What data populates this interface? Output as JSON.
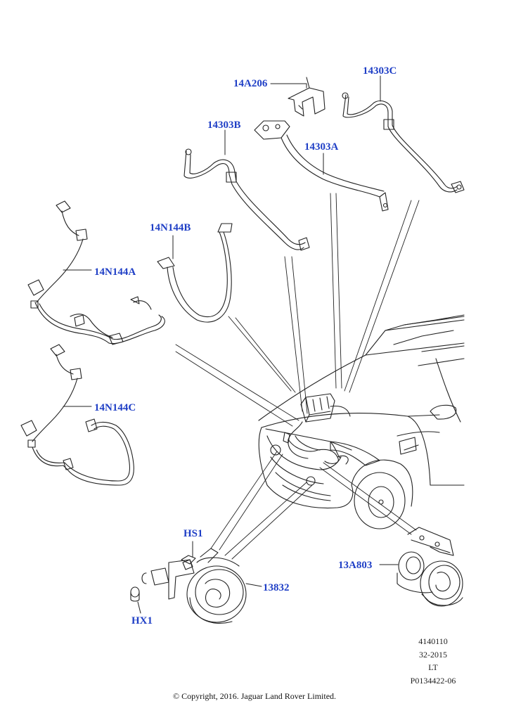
{
  "labels": {
    "l_14A206": "14A206",
    "l_14303C": "14303C",
    "l_14303B": "14303B",
    "l_14303A": "14303A",
    "l_14N144B": "14N144B",
    "l_14N144A": "14N144A",
    "l_14N144C": "14N144C",
    "l_HS1": "HS1",
    "l_13832": "13832",
    "l_13A803": "13A803",
    "l_HX1": "HX1"
  },
  "reference": {
    "line1": "4140110",
    "line2": "32-2015",
    "line3": "LT",
    "line4": "P0134422-06"
  },
  "copyright": "© Copyright, 2016. Jaguar Land Rover Limited.",
  "colors": {
    "label": "#1f3fc6",
    "line": "#222222"
  }
}
